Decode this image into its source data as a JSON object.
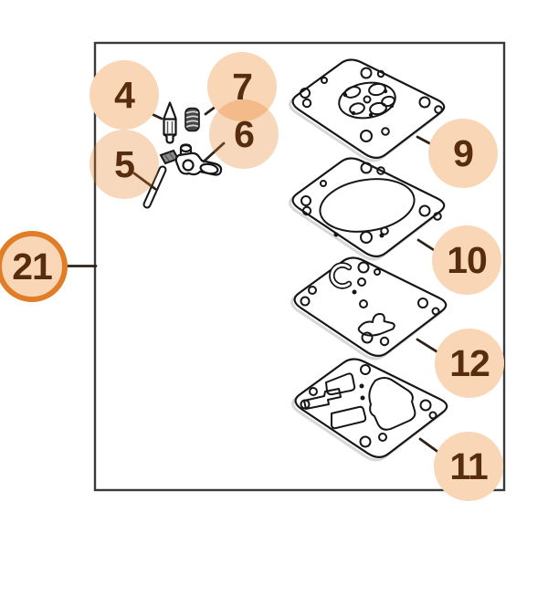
{
  "callouts": {
    "c4": {
      "label": "4"
    },
    "c5": {
      "label": "5"
    },
    "c6": {
      "label": "6"
    },
    "c7": {
      "label": "7"
    },
    "c9": {
      "label": "9"
    },
    "c10": {
      "label": "10"
    },
    "c11": {
      "label": "11"
    },
    "c12": {
      "label": "12"
    },
    "c21": {
      "label": "21"
    }
  },
  "colors": {
    "callout_fill": "#f8d6b6",
    "callout_fill_translucent": "rgba(230,126,34,0.30)",
    "callout_ring": "#e17d26",
    "callout_number": "#572d0e",
    "line_art": "#161616",
    "leader_line": "#2e2217",
    "frame_border": "#3a3a3a",
    "background": "#ffffff"
  }
}
